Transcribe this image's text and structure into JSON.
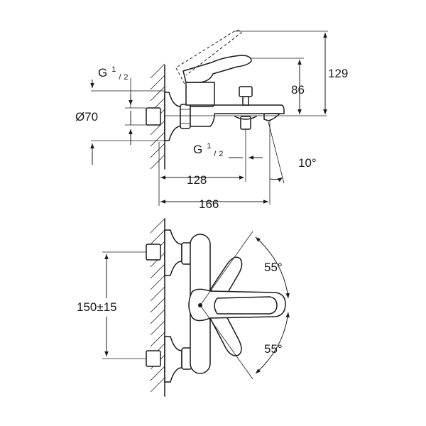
{
  "side_view": {
    "thread_top": {
      "g": "G",
      "num": "1",
      "den": "2"
    },
    "diameter": "Ø70",
    "thread_bottom": {
      "g": "G",
      "num": "1",
      "den": "2"
    },
    "dim_129": "129",
    "dim_86": "86",
    "dim_128": "128",
    "dim_166": "166",
    "angle_spout": "10°"
  },
  "front_view": {
    "spacing": "150±15",
    "angle_up": "55°",
    "angle_down": "55°"
  }
}
